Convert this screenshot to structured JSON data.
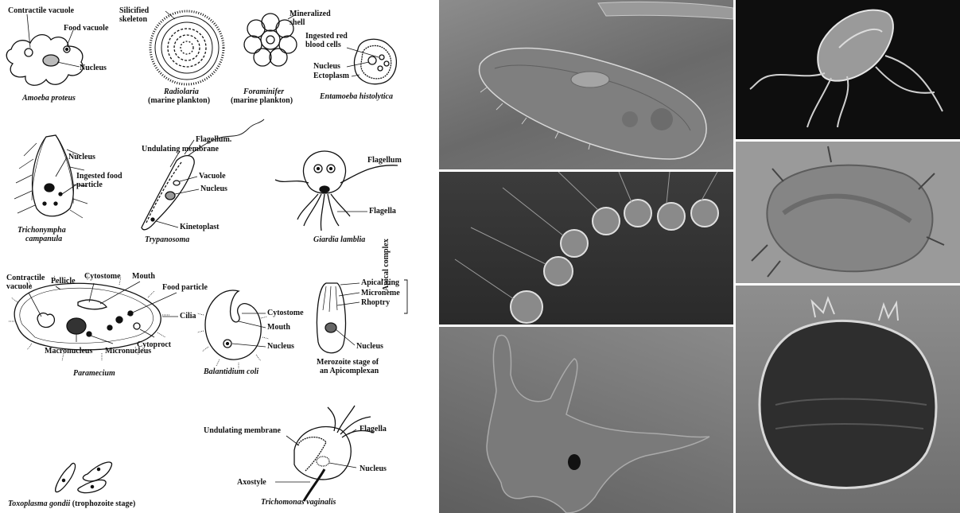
{
  "diagram": {
    "amoeba": {
      "labels": {
        "contractile_vacuole": "Contractile vacuole",
        "food_vacuole": "Food vacuole",
        "nucleus": "Nucleus"
      },
      "caption": "Amoeba proteus"
    },
    "radiolaria": {
      "labels": {
        "silicified_skeleton_1": "Silicified",
        "silicified_skeleton_2": "skeleton"
      },
      "caption": "Radiolaria",
      "caption_sub": "(marine plankton)"
    },
    "foraminifer": {
      "labels": {
        "mineralized_shell_1": "Mineralized",
        "mineralized_shell_2": "shell"
      },
      "caption": "Foraminifer",
      "caption_sub": "(marine plankton)"
    },
    "entamoeba": {
      "labels": {
        "ingested_rbc_1": "Ingested red",
        "ingested_rbc_2": "blood cells",
        "nucleus": "Nucleus",
        "ectoplasm": "Ectoplasm"
      },
      "caption": "Entamoeba histolytica"
    },
    "trichonympha": {
      "labels": {
        "nucleus": "Nucleus",
        "ingested_food_1": "Ingested food",
        "ingested_food_2": "particle"
      },
      "caption_1": "Trichonympha",
      "caption_2": "campanula"
    },
    "trypanosoma": {
      "labels": {
        "flagellum": "Flagellum.",
        "undulating_membrane": "Undulating membrane",
        "vacuole": "Vacuole",
        "nucleus": "Nucleus",
        "kinetoplast": "Kinetoplast"
      },
      "caption": "Trypanosoma"
    },
    "giardia": {
      "labels": {
        "flagellum": "Flagellum",
        "flagella": "Flagella"
      },
      "caption": "Giardia lamblia"
    },
    "paramecium": {
      "labels": {
        "contractile_vacuole_1": "Contractile",
        "contractile_vacuole_2": "vacuole",
        "pellicle": "Pellicle",
        "cytostome": "Cytostome",
        "mouth": "Mouth",
        "food_particle": "Food particle",
        "cilia": "Cilia",
        "cytoproct": "Cytoproct",
        "macronucleus": "Macronucleus",
        "micronucleus": "Micronucleus"
      },
      "caption": "Paramecium"
    },
    "balantidium": {
      "labels": {
        "cytostome": "Cytostome",
        "mouth": "Mouth",
        "nucleus": "Nucleus"
      },
      "caption": "Balantidium coli"
    },
    "apicomplexan": {
      "labels": {
        "apical_ring": "Apical ring",
        "microneme": "Microneme",
        "rhoptry": "Rhoptry",
        "nucleus": "Nucleus",
        "apical_complex": "Apical complex"
      },
      "caption_1": "Merozoite stage of",
      "caption_2": "an Apicomplexan"
    },
    "toxoplasma": {
      "caption": "Toxoplasma gondii",
      "caption_sub": "(trophozoite stage)"
    },
    "trichomonas": {
      "labels": {
        "undulating_membrane": "Undulating membrane",
        "flagella": "Flagella",
        "nucleus": "Nucleus",
        "axostyle": "Axostyle"
      },
      "caption": "Trichomonas vaginalis"
    }
  },
  "photos": [
    {
      "subject": "paramecium-micrograph",
      "tone": "#7a7a7a"
    },
    {
      "subject": "giardia-sem-micrograph",
      "tone": "#111111"
    },
    {
      "subject": "colonial-flagellate-chain",
      "tone": "#3a3a3a"
    },
    {
      "subject": "ciliate-spiny-micrograph",
      "tone": "#9a9a9a"
    },
    {
      "subject": "amoeba-micrograph",
      "tone": "#6a6a6a"
    },
    {
      "subject": "spiny-cyst-micrograph",
      "tone": "#8a8a8a"
    }
  ]
}
